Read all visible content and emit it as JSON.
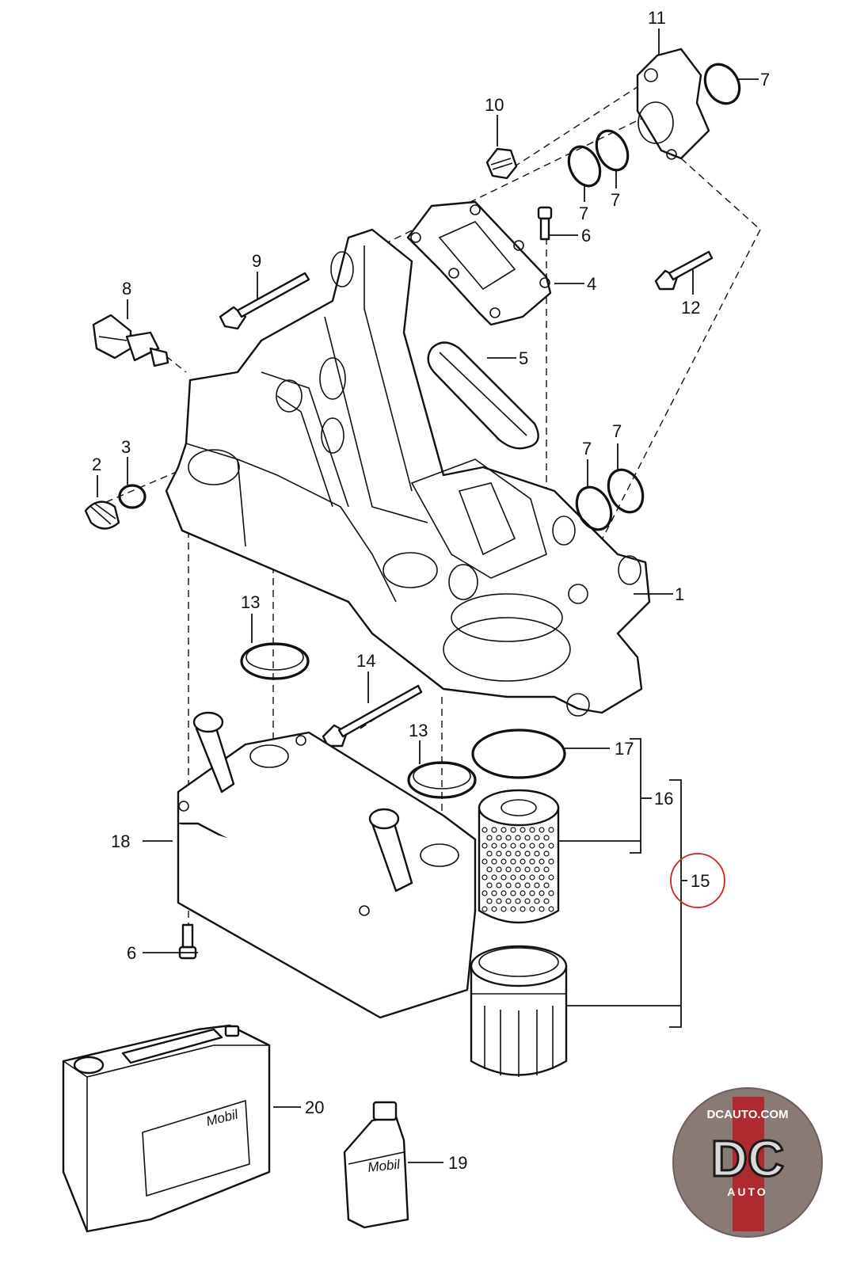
{
  "callouts": {
    "c1": "1",
    "c2": "2",
    "c3": "3",
    "c4": "4",
    "c5": "5",
    "c6a": "6",
    "c6b": "6",
    "c7a": "7",
    "c7b": "7",
    "c7c": "7",
    "c7d": "7",
    "c7e": "7",
    "c8": "8",
    "c9": "9",
    "c10": "10",
    "c11": "11",
    "c12": "12",
    "c13a": "13",
    "c13b": "13",
    "c14": "14",
    "c15": "15",
    "c16": "16",
    "c17": "17",
    "c18": "18",
    "c19": "19",
    "c20": "20"
  },
  "labels": {
    "canister_brand": "Mobil",
    "bottle_brand": "Mobil"
  },
  "logo": {
    "top": "DCAUTO.COM",
    "letters": "DC",
    "bottom": "AUTO"
  },
  "colors": {
    "highlight_circle": "#cc2222",
    "logo_red": "#b0262c"
  }
}
